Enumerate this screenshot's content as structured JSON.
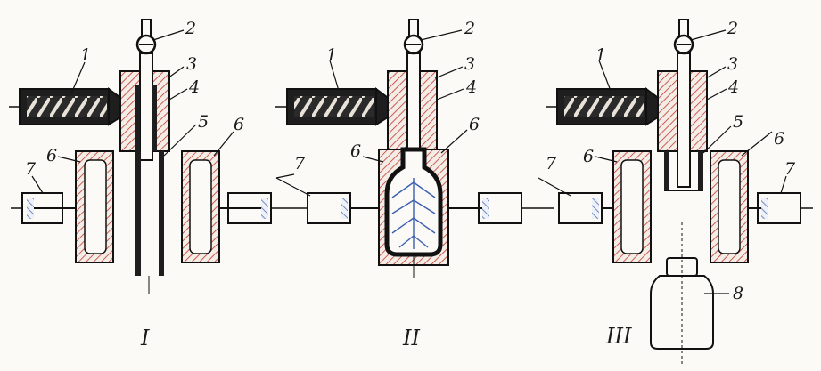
{
  "figure": {
    "panels": [
      {
        "numeral": "I"
      },
      {
        "numeral": "II"
      },
      {
        "numeral": "III"
      }
    ],
    "part_labels": {
      "extruder_head": "1",
      "valve": "2",
      "nozzle_body": "3",
      "sleeve": "4",
      "parison": "5",
      "mold_half": "6",
      "mold_cylinder": "7",
      "finished_bottle": "8"
    },
    "colors": {
      "line": "#1a1a1a",
      "hatch": "#c0392b",
      "blue_accent": "#3b5fb0",
      "background": "#fbfaf6"
    }
  }
}
